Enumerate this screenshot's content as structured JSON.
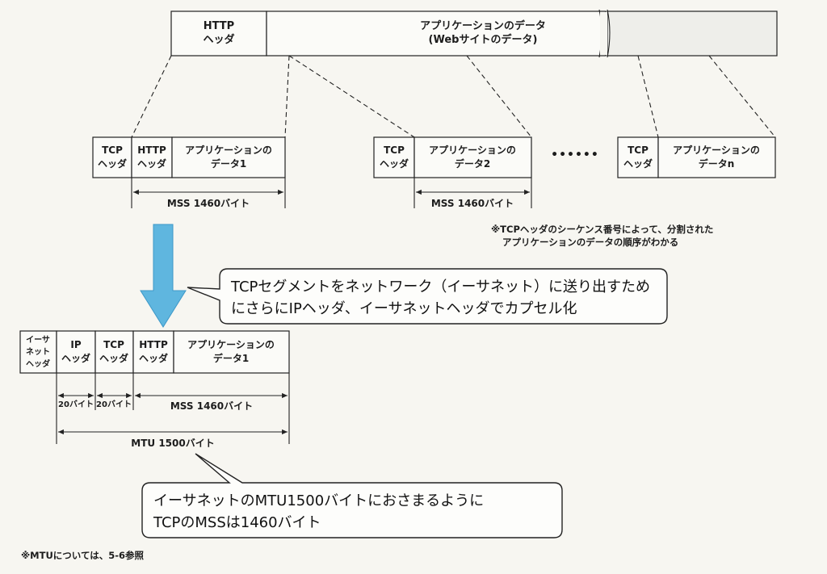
{
  "top_row": {
    "http_header": [
      "HTTP",
      "ヘッダ"
    ],
    "app_data": [
      "アプリケーションのデータ",
      "(Webサイトのデータ)"
    ]
  },
  "segments": [
    {
      "tcp": [
        "TCP",
        "ヘッダ"
      ],
      "http": [
        "HTTP",
        "ヘッダ"
      ],
      "data": [
        "アプリケーションの",
        "データ1"
      ],
      "mss": "MSS 1460バイト"
    },
    {
      "tcp": [
        "TCP",
        "ヘッダ"
      ],
      "data": [
        "アプリケーションの",
        "データ2"
      ],
      "mss": "MSS 1460バイト"
    },
    {
      "tcp": [
        "TCP",
        "ヘッダ"
      ],
      "data": [
        "アプリケーションの",
        "データn"
      ]
    }
  ],
  "ellipsis": "••••••",
  "sequence_note": [
    "※TCPヘッダのシーケンス番号によって、分割された",
    "アプリケーションのデータの順序がわかる"
  ],
  "callout_encapsulation": [
    "TCPセグメントをネットワーク（イーサネット）に送り出すため",
    "にさらにIPヘッダ、イーサネットヘッダでカプセル化"
  ],
  "frame": {
    "ether": [
      "イーサ",
      "ネット",
      "ヘッダ"
    ],
    "ip": [
      "IP",
      "ヘッダ"
    ],
    "tcp": [
      "TCP",
      "ヘッダ"
    ],
    "http": [
      "HTTP",
      "ヘッダ"
    ],
    "data": [
      "アプリケーションの",
      "データ1"
    ],
    "ip_size": "20バイト",
    "tcp_size": "20バイト",
    "mss": "MSS 1460バイト",
    "mtu": "MTU 1500バイト"
  },
  "callout_mtu": [
    "イーサネットのMTU1500バイトにおさまるように",
    "TCPのMSSは1460バイト"
  ],
  "footnote": "※MTUについては、5-6参照"
}
